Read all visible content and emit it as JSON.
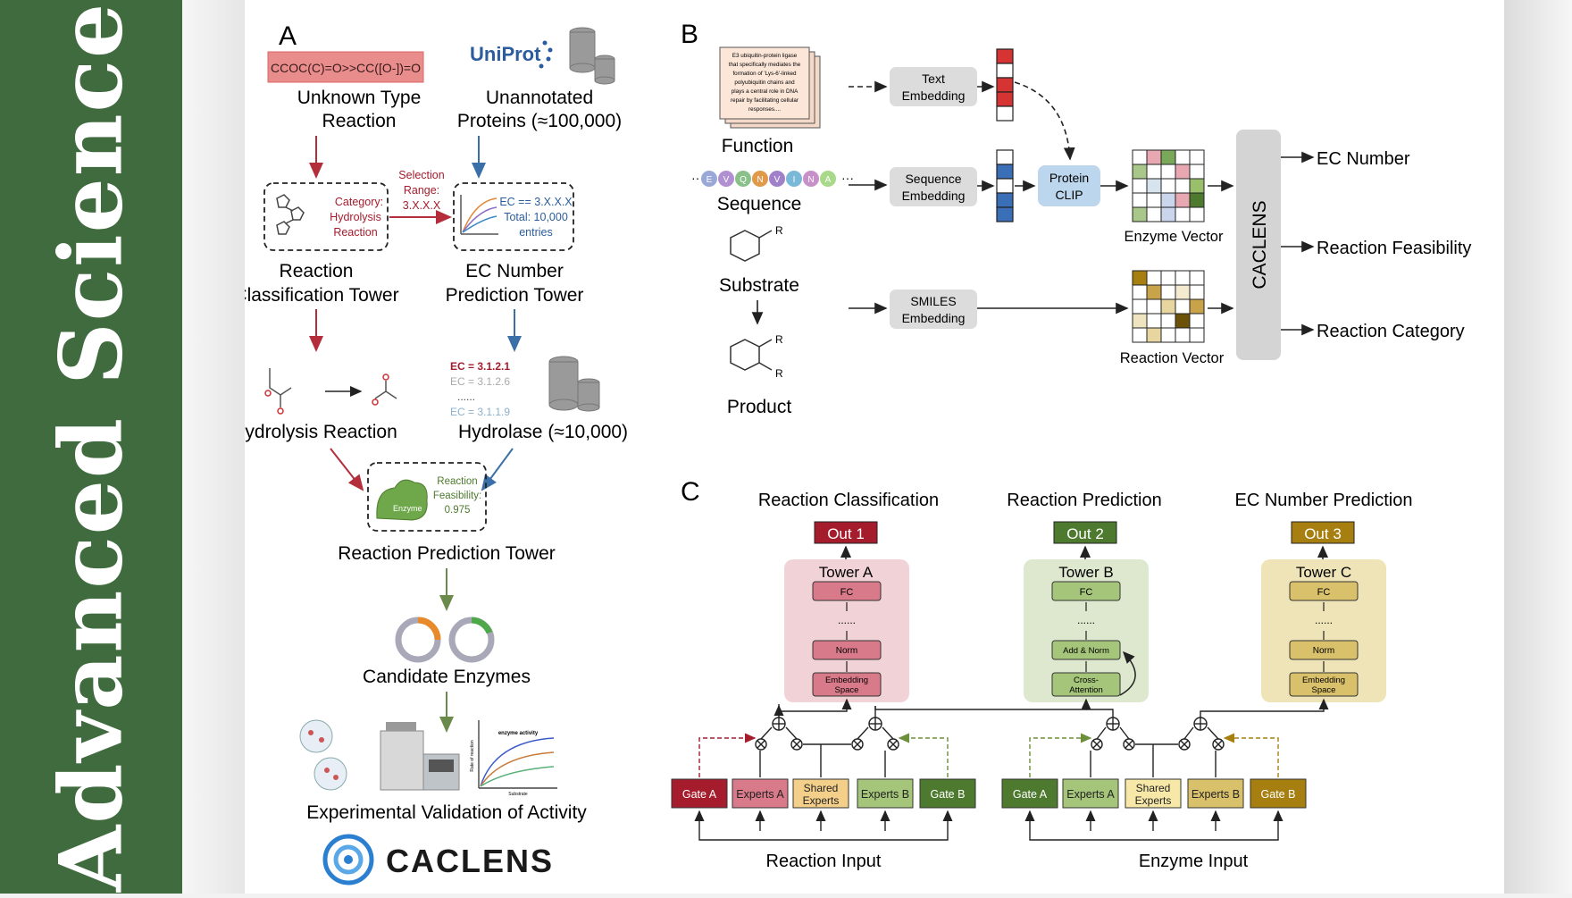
{
  "journal": {
    "name": "Advanced   Science",
    "bar_color": "#3f6b3e"
  },
  "panelA": {
    "letter": "A",
    "smiles": "CCOC(C)=O>>CC([O-])=O",
    "uniprot": "UniProt",
    "unknown_reaction": [
      "Unknown Type",
      "Reaction"
    ],
    "unannotated": [
      "Unannotated",
      "Proteins (≈100,000)"
    ],
    "category_box": [
      "Category:",
      "Hydrolysis",
      "Reaction"
    ],
    "selection_range": [
      "Selection",
      "Range:",
      "3.X.X.X"
    ],
    "ec_box": [
      "EC == 3.X.X.X",
      "Total: 10,000",
      "entries"
    ],
    "classification_tower": [
      "Reaction",
      "Classification Tower"
    ],
    "ec_tower": [
      "EC Number",
      "Prediction Tower"
    ],
    "ec_list": [
      "EC = 3.1.2.1",
      "EC = 3.1.2.6",
      "......",
      "EC = 3.1.1.9"
    ],
    "hydrolysis": "Hydrolysis Reaction",
    "hydrolase": "Hydrolase (≈10,000)",
    "enzyme_label": "Enzyme",
    "feasibility": [
      "Reaction",
      "Feasibility:",
      "0.975"
    ],
    "prediction_tower": "Reaction Prediction Tower",
    "candidates": "Candidate Enzymes",
    "activity_title": "enzyme activity",
    "activity_y": "Rate of reaction",
    "activity_x": "Substrate",
    "validation": "Experimental Validation of Activity",
    "brand": "CACLENS"
  },
  "panelB": {
    "letter": "B",
    "doc_text": [
      "E3 ubiquitin-protein ligase",
      "that specifically mediates the",
      "formation of 'Lys-6'-linked",
      "polyubiquitin chains and",
      "plays a central role in DNA",
      "repair by facilitating cellular",
      "responses...."
    ],
    "function": "Function",
    "sequence_letters": [
      "E",
      "V",
      "Q",
      "N",
      "V",
      "I",
      "N",
      "A"
    ],
    "sequence": "Sequence",
    "substrate": "Substrate",
    "product": "Product",
    "r_label": "R",
    "text_emb": [
      "Text",
      "Embedding"
    ],
    "seq_emb": [
      "Sequence",
      "Embedding"
    ],
    "smiles_emb": [
      "SMILES",
      "Embedding"
    ],
    "clip": [
      "Protein",
      "CLIP"
    ],
    "enzyme_vector": "Enzyme Vector",
    "reaction_vector": "Reaction Vector",
    "caclens": "CACLENS",
    "outputs": [
      "EC Number",
      "Reaction Feasibility",
      "Reaction Category"
    ]
  },
  "panelC": {
    "letter": "C",
    "titles": [
      "Reaction Classification",
      "Reaction Prediction",
      "EC Number Prediction"
    ],
    "outs": [
      "Out 1",
      "Out 2",
      "Out 3"
    ],
    "towers": [
      "Tower A",
      "Tower B",
      "Tower C"
    ],
    "fc": "FC",
    "dots": "......",
    "norm": "Norm",
    "add_norm": "Add & Norm",
    "emb_space": [
      "Embedding",
      "Space"
    ],
    "cross_att": [
      "Cross-",
      "Attention"
    ],
    "reaction_gates": [
      "Gate A",
      "Experts A",
      "Shared|Experts",
      "Experts B",
      "Gate B"
    ],
    "enzyme_gates": [
      "Gate A",
      "Experts A",
      "Shared|Experts",
      "Experts B",
      "Gate B"
    ],
    "reaction_input": "Reaction Input",
    "enzyme_input": "Enzyme Input"
  },
  "colors": {
    "red": "#a51d2d",
    "green": "#4e7a2f",
    "gold": "#a77f10",
    "arrow_red": "#b32d3a",
    "arrow_blue": "#3a6fa8",
    "arrow_green": "#6a8a4a"
  }
}
